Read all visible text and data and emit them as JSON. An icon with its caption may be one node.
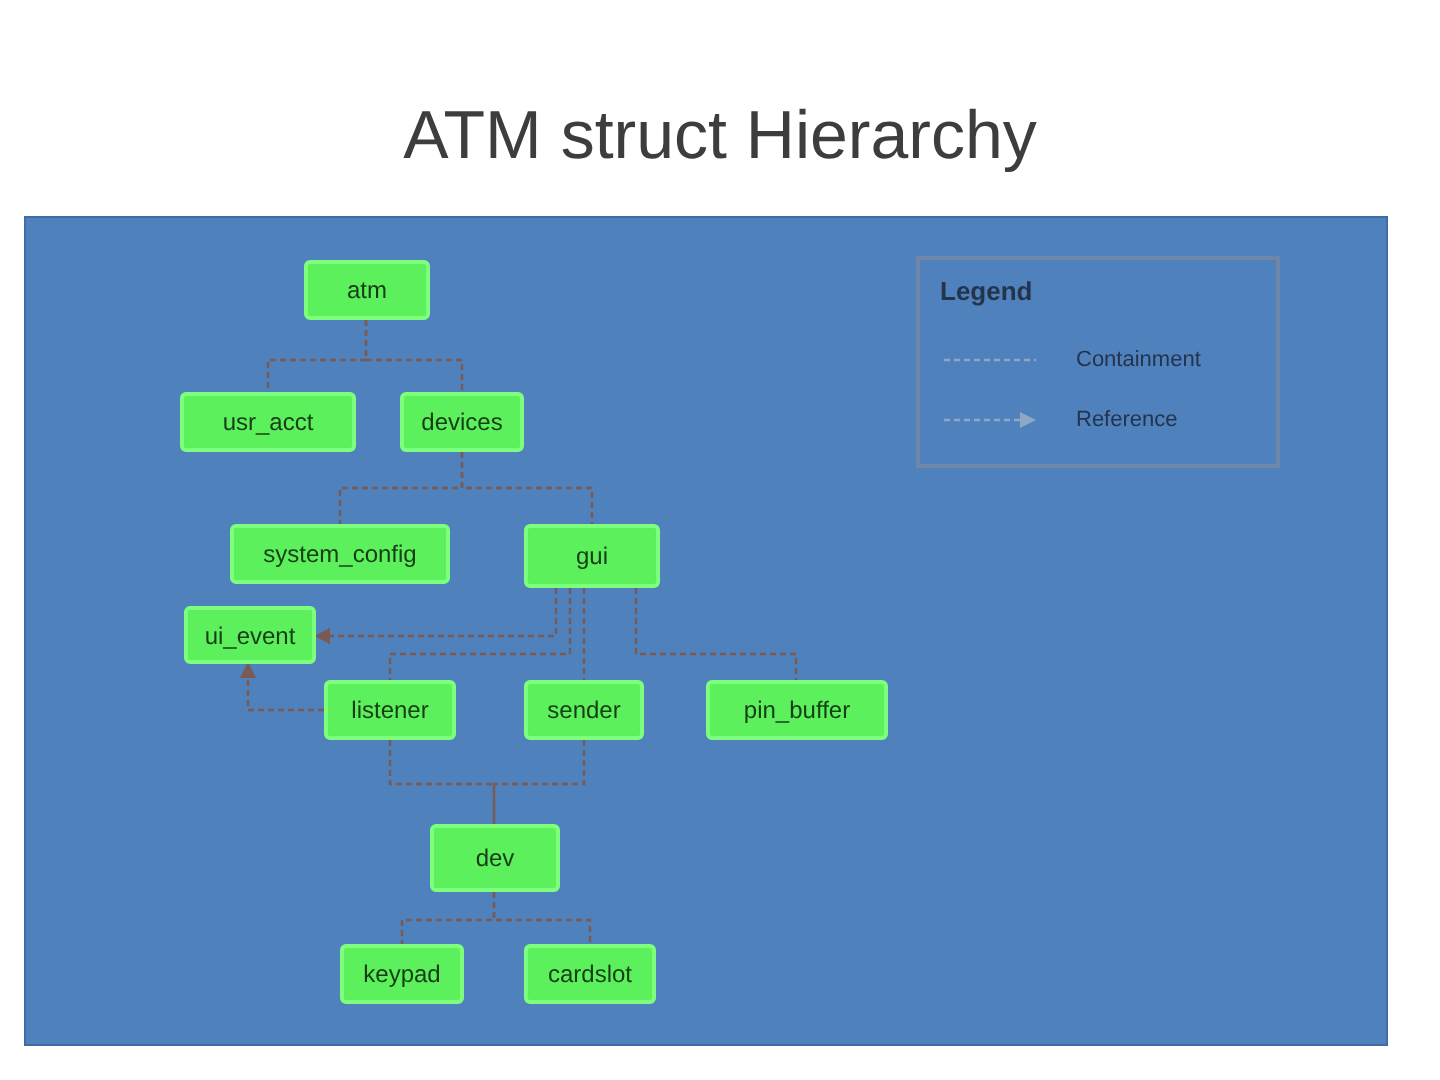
{
  "diagram": {
    "title": "ATM struct Hierarchy",
    "nodes": [
      {
        "text": [
          "atm"
        ]
      },
      {
        "text": [
          "usr_acct"
        ]
      },
      {
        "text": [
          "devices"
        ]
      },
      {
        "text": [
          "system_config"
        ]
      },
      {
        "text": [
          "gui"
        ]
      },
      {
        "text": [
          "ui_event"
        ]
      },
      {
        "text": [
          "listener"
        ]
      },
      {
        "text": [
          "sender"
        ]
      },
      {
        "text": [
          "pin_buffer"
        ]
      },
      {
        "text": [
          "dev"
        ]
      },
      {
        "text": [
          "keypad"
        ]
      },
      {
        "text": [
          "cardslot"
        ]
      }
    ],
    "edges": [
      {
        "from": 0,
        "to": 1,
        "arrow": "none",
        "style": "dashed"
      },
      {
        "from": 0,
        "to": 2,
        "arrow": "none",
        "style": "dashed"
      },
      {
        "from": 2,
        "to": 3,
        "arrow": "none",
        "style": "dashed"
      },
      {
        "from": 2,
        "to": 4,
        "arrow": "none",
        "style": "dashed"
      },
      {
        "from": 4,
        "to": 5,
        "arrow": "to",
        "style": "dashed"
      },
      {
        "from": 6,
        "to": 5,
        "arrow": "to",
        "style": "dashed"
      },
      {
        "from": 4,
        "to": 6,
        "arrow": "none",
        "style": "dashed"
      },
      {
        "from": 4,
        "to": 7,
        "arrow": "none",
        "style": "dashed"
      },
      {
        "from": 4,
        "to": 8,
        "arrow": "none",
        "style": "dashed"
      },
      {
        "from": 6,
        "to": 9,
        "arrow": "none",
        "style": "dashed"
      },
      {
        "from": 7,
        "to": 9,
        "arrow": "none",
        "style": "dashed"
      },
      {
        "from": 9,
        "to": 10,
        "arrow": "none",
        "style": "dashed"
      },
      {
        "from": 9,
        "to": 11,
        "arrow": "none",
        "style": "dashed"
      }
    ],
    "labels": [
      "Legend"
    ],
    "legend": [
      {
        "text": "Containment"
      },
      {
        "text": "Reference"
      }
    ]
  }
}
